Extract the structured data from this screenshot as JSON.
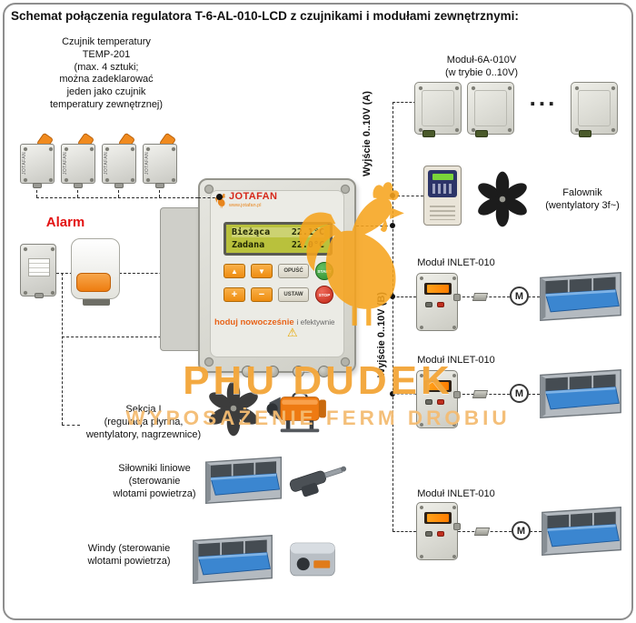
{
  "title": "Schemat połączenia regulatora T-6-AL-010-LCD z czujnikami i modułami zewnętrznymi:",
  "left": {
    "temp_sensors_label": "Czujnik temperatury\nTEMP-201\n(max. 4 sztuki;\nmożna zadeklarować\njeden jako czujnik\ntemperatury zewnętrznej)",
    "sensor_brand": "JOTAFAN",
    "alarm_label": "Alarm",
    "sekcja_label": "Sekcja I\n(regulacja płynna,\nwentylatory, nagrzewnice)",
    "silowniki_label": "Siłowniki liniowe\n(sterowanie\nwlotami powietrza)",
    "windy_label": "Windy (sterowanie\nwlotami powietrza)"
  },
  "controller": {
    "brand": "JOTAFAN",
    "website": "www.jotafan.pl",
    "lcd": {
      "row1_label": "Bieżąca",
      "row1_value": "22.1°C",
      "row2_label": "Zadana",
      "row2_value": "22.0°C"
    },
    "buttons": {
      "up": "▲",
      "down": "▼",
      "opusc": "OPUŚĆ",
      "start": "START",
      "plus": "+",
      "minus": "−",
      "ustaw": "USTAW",
      "stop": "STOP"
    },
    "slogan_strong": "hoduj nowocześnie",
    "slogan_rest": "i efektywnie",
    "warning_icon": "⚠"
  },
  "right": {
    "module6a_label": "Moduł-6A-010V\n(w trybie 0..10V)",
    "modules_more": "...",
    "output_a_label": "Wyjście 0..10V (A)",
    "output_b_label": "Wyjście 0..10V (B)",
    "falownik_label": "Falownik\n(wentylatory 3f~)",
    "inlet_label": "Moduł INLET-010",
    "motor_letter": "M"
  },
  "watermark": {
    "line1": "PHU DUDEK",
    "line2": "WYPOSAŻENIE FERM DROBIU"
  }
}
